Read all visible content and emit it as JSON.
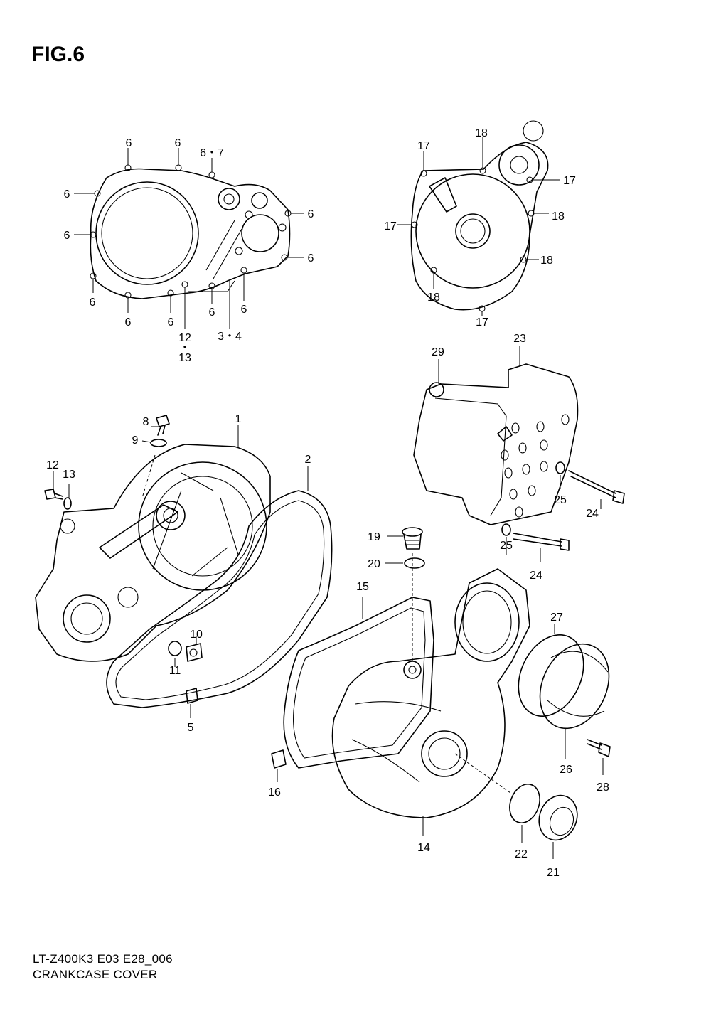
{
  "figure": {
    "title": "FIG.6"
  },
  "footer": {
    "model_code": "LT-Z400K3 E03 E28_006",
    "section_name": "CRANKCASE COVER"
  },
  "callouts": [
    {
      "id": "c6a",
      "text": "6"
    },
    {
      "id": "c6b",
      "text": "6"
    },
    {
      "id": "c67",
      "text": "6・7"
    },
    {
      "id": "c6c",
      "text": "6"
    },
    {
      "id": "c6d",
      "text": "6"
    },
    {
      "id": "c6e",
      "text": "6"
    },
    {
      "id": "c6f",
      "text": "6"
    },
    {
      "id": "c6g",
      "text": "6"
    },
    {
      "id": "c6h",
      "text": "6"
    },
    {
      "id": "c6i",
      "text": "6"
    },
    {
      "id": "c6j",
      "text": "6"
    },
    {
      "id": "c6k",
      "text": "6"
    },
    {
      "id": "c1213top",
      "text": "12"
    },
    {
      "id": "cdot1",
      "text": "・"
    },
    {
      "id": "c13top",
      "text": "13"
    },
    {
      "id": "c34",
      "text": "3・4"
    },
    {
      "id": "c17a",
      "text": "17"
    },
    {
      "id": "c18a",
      "text": "18"
    },
    {
      "id": "c17b",
      "text": "17"
    },
    {
      "id": "c18b",
      "text": "18"
    },
    {
      "id": "c17c",
      "text": "17"
    },
    {
      "id": "c18c",
      "text": "18"
    },
    {
      "id": "c18d",
      "text": "18"
    },
    {
      "id": "c17d",
      "text": "17"
    },
    {
      "id": "c1",
      "text": "1"
    },
    {
      "id": "c2",
      "text": "2"
    },
    {
      "id": "c8",
      "text": "8"
    },
    {
      "id": "c9",
      "text": "9"
    },
    {
      "id": "c12",
      "text": "12"
    },
    {
      "id": "c13",
      "text": "13"
    },
    {
      "id": "c10",
      "text": "10"
    },
    {
      "id": "c11",
      "text": "11"
    },
    {
      "id": "c5",
      "text": "5"
    },
    {
      "id": "c29",
      "text": "29"
    },
    {
      "id": "c23",
      "text": "23"
    },
    {
      "id": "c25a",
      "text": "25"
    },
    {
      "id": "c24a",
      "text": "24"
    },
    {
      "id": "c25b",
      "text": "25"
    },
    {
      "id": "c24b",
      "text": "24"
    },
    {
      "id": "c19",
      "text": "19"
    },
    {
      "id": "c20",
      "text": "20"
    },
    {
      "id": "c15",
      "text": "15"
    },
    {
      "id": "c16",
      "text": "16"
    },
    {
      "id": "c14",
      "text": "14"
    },
    {
      "id": "c27",
      "text": "27"
    },
    {
      "id": "c26",
      "text": "26"
    },
    {
      "id": "c28",
      "text": "28"
    },
    {
      "id": "c22",
      "text": "22"
    },
    {
      "id": "c21",
      "text": "21"
    }
  ]
}
